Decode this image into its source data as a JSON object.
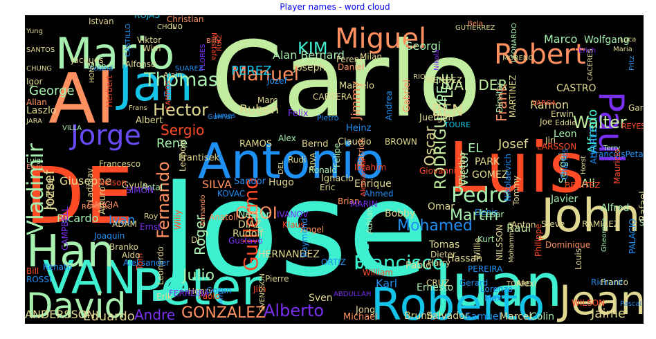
{
  "title": "Player names - word cloud",
  "background": "#000000",
  "words": [
    {
      "text": "Jose",
      "color": "#3ef0d0"
    },
    {
      "text": "Carlo",
      "color": "#c2eda0"
    },
    {
      "text": "Juan",
      "color": "#3ef0d0"
    },
    {
      "text": "Luis",
      "color": "#ff4a26"
    },
    {
      "text": "DE",
      "color": "#ff4a26"
    },
    {
      "text": "Antonio",
      "color": "#1e90f4"
    },
    {
      "text": "Peter",
      "color": "#3ef0d0"
    },
    {
      "text": "Roberto",
      "color": "#14c4e8"
    },
    {
      "text": "John",
      "color": "#e0d890"
    },
    {
      "text": "Mario",
      "color": "#a8f0b0"
    },
    {
      "text": "Al",
      "color": "#ff9060"
    },
    {
      "text": "Jan",
      "color": "#14c4e8"
    },
    {
      "text": "VAN",
      "color": "#3ef0d0"
    },
    {
      "text": "Han",
      "color": "#a8f0b0"
    },
    {
      "text": "David",
      "color": "#a8f0b0"
    },
    {
      "text": "Jean",
      "color": "#e0d890"
    },
    {
      "text": "Jorge",
      "color": "#6a4af4"
    },
    {
      "text": "Robert",
      "color": "#ff9060"
    },
    {
      "text": "Miguel",
      "color": "#ff9060"
    },
    {
      "text": "Paul",
      "color": "#7a30f0"
    },
    {
      "text": "Francisco",
      "color": "#3ef0d0"
    },
    {
      "text": "Vladimir",
      "color": "#a8f0b0"
    },
    {
      "text": "Hector",
      "color": "#e0d890"
    },
    {
      "text": "Walter",
      "color": "#c2eda0"
    },
    {
      "text": "Pedro",
      "color": "#a8f0b0"
    },
    {
      "text": "Manuel",
      "color": "#ff9060"
    },
    {
      "text": "Thomas",
      "color": "#a8f0b0"
    },
    {
      "text": "Alberto",
      "color": "#7a30f0"
    },
    {
      "text": "Mohamed",
      "color": "#1e90f4"
    },
    {
      "text": "GONZALEZ",
      "color": "#ff9060"
    },
    {
      "text": "Martin",
      "color": "#a8f0b0"
    },
    {
      "text": "Julio",
      "color": "#a8f0b0"
    },
    {
      "text": "Guillermo",
      "color": "#ff4a26"
    },
    {
      "text": "Fernando",
      "color": "#ff9060"
    },
    {
      "text": "Stefan",
      "color": "#3ef0d0"
    },
    {
      "text": "RODRIGUEZ",
      "color": "#c2eda0"
    },
    {
      "text": "LOPEZ",
      "color": "#a8f0b0"
    },
    {
      "text": "Jozsef",
      "color": "#e0d890"
    },
    {
      "text": "Eduardo",
      "color": "#e0d890"
    },
    {
      "text": "Andre",
      "color": "#7a30f0"
    },
    {
      "text": "ANDERSSON",
      "color": "#e0d890"
    },
    {
      "text": "CHOI",
      "color": "#ff9060"
    },
    {
      "text": "KIM",
      "color": "#3ef0d0"
    },
    {
      "text": "Alan Bernard",
      "color": "#a8f0b0"
    },
    {
      "text": "Joseph",
      "color": "#e0d890"
    },
    {
      "text": "Georgi",
      "color": "#a8f0b0"
    },
    {
      "text": "VAN DER",
      "color": "#c2eda0"
    },
    {
      "text": "Marco",
      "color": "#a8f0b0"
    },
    {
      "text": "Wolfgang",
      "color": "#a8f0b0"
    },
    {
      "text": "Frank",
      "color": "#ff9060"
    },
    {
      "text": "Alfredo",
      "color": "#3ef0d0"
    },
    {
      "text": "Oscar",
      "color": "#e0d890"
    },
    {
      "text": "Jimmy",
      "color": "#ff9060"
    },
    {
      "text": "Victor",
      "color": "#a8f0b0"
    },
    {
      "text": "LEE",
      "color": "#c2eda0"
    },
    {
      "text": "BEN",
      "color": "#e0d890"
    },
    {
      "text": "Ramon",
      "color": "#e0d890"
    },
    {
      "text": "Ruben",
      "color": "#e0d890"
    },
    {
      "text": "PEREZ",
      "color": "#14c4e8"
    },
    {
      "text": "Sergio",
      "color": "#ff4a26"
    },
    {
      "text": "Rene",
      "color": "#a8f0b0"
    },
    {
      "text": "EL",
      "color": "#a8f0b0"
    },
    {
      "text": "Josef",
      "color": "#e0d890"
    },
    {
      "text": "George",
      "color": "#a8f0b0"
    },
    {
      "text": "Laszlo",
      "color": "#e0d890"
    },
    {
      "text": "Giuseppe",
      "color": "#e0d890"
    },
    {
      "text": "Ricardo",
      "color": "#a8f0b0"
    },
    {
      "text": "Ivan",
      "color": "#1e90f4"
    },
    {
      "text": "Roger",
      "color": "#a8f0b0"
    },
    {
      "text": "Enrique",
      "color": "#e0d890"
    },
    {
      "text": "SILVA",
      "color": "#ff9060"
    },
    {
      "text": "HERNANDEZ",
      "color": "#e0d890"
    },
    {
      "text": "Karl",
      "color": "#1e90f4"
    },
    {
      "text": "Raul",
      "color": "#c2eda0"
    },
    {
      "text": "Ali",
      "color": "#c2eda0"
    },
    {
      "text": "Nestor",
      "color": "#a8f0b0"
    },
    {
      "text": "DIAZ",
      "color": "#e0d890"
    },
    {
      "text": "Rudolf",
      "color": "#e0d890"
    },
    {
      "text": "Ernesto",
      "color": "#a8f0b0"
    },
    {
      "text": "Jaime",
      "color": "#e0d890"
    },
    {
      "text": "FERNANDEZ",
      "color": "#ff4a26"
    },
    {
      "text": "Bruno",
      "color": "#e0d890"
    },
    {
      "text": "Salvador",
      "color": "#e0d890"
    },
    {
      "text": "Samuel",
      "color": "#1e90f4"
    },
    {
      "text": "Marcel",
      "color": "#e0d890"
    },
    {
      "text": "Colin",
      "color": "#a8f0b0"
    },
    {
      "text": "Michael",
      "color": "#ff9060"
    },
    {
      "text": "Jong",
      "color": "#e0d890"
    },
    {
      "text": "Sven",
      "color": "#e0d890"
    },
    {
      "text": "Tomas",
      "color": "#e0d890"
    },
    {
      "text": "Hassan",
      "color": "#e0d890"
    },
    {
      "text": "Pablo",
      "color": "#e0d890"
    },
    {
      "text": "Omar",
      "color": "#e0d890"
    },
    {
      "text": "Bobby",
      "color": "#e0d890"
    },
    {
      "text": "Hugo",
      "color": "#e0d890"
    },
    {
      "text": "Rafael",
      "color": "#e0d890"
    },
    {
      "text": "Alfred",
      "color": "#a8f0b0"
    },
    {
      "text": "Javier",
      "color": "#a8f0b0"
    },
    {
      "text": "Sergei",
      "color": "#a8f0b0"
    },
    {
      "text": "GOMEZ",
      "color": "#e0d890"
    },
    {
      "text": "PARK",
      "color": "#e0d890"
    },
    {
      "text": "Leon",
      "color": "#a8f0b0"
    },
    {
      "text": "CASTRO",
      "color": "#e0d890"
    },
    {
      "text": "Gary",
      "color": "#e0d890"
    },
    {
      "text": "Erwin",
      "color": "#e0d890"
    },
    {
      "text": "Eddie",
      "color": "#e0d890"
    },
    {
      "text": "REYES",
      "color": "#ff4a26"
    },
    {
      "text": "Heinz",
      "color": "#1e90f4"
    },
    {
      "text": "Andrea",
      "color": "#1e90f4"
    },
    {
      "text": "Gabriel",
      "color": "#ff9060"
    },
    {
      "text": "Juergen",
      "color": "#e0d890"
    },
    {
      "text": "TOURE",
      "color": "#14c4e8"
    },
    {
      "text": "Dimitar",
      "color": "#a8f0b0"
    },
    {
      "text": "MARTINEZ",
      "color": "#e0d890"
    },
    {
      "text": "Marcelo",
      "color": "#e0d890"
    },
    {
      "text": "CABRERA",
      "color": "#e0d890"
    },
    {
      "text": "Felix",
      "color": "#7a30f0"
    },
    {
      "text": "Pietro",
      "color": "#1e90f4"
    },
    {
      "text": "Claudio",
      "color": "#e0d890"
    },
    {
      "text": "Bernd",
      "color": "#e0d890"
    },
    {
      "text": "BROWN",
      "color": "#e0d890"
    },
    {
      "text": "RAMOS",
      "color": "#e0d890"
    },
    {
      "text": "Alex",
      "color": "#a8f0b0"
    },
    {
      "text": "Rudi",
      "color": "#e0d890"
    },
    {
      "text": "Ignacio",
      "color": "#e0d890"
    },
    {
      "text": "Sandor",
      "color": "#1e90f4"
    },
    {
      "text": "KOVAC",
      "color": "#1e90f4"
    },
    {
      "text": "Gyula",
      "color": "#e0d890"
    },
    {
      "text": "Frantisek",
      "color": "#e0d890"
    },
    {
      "text": "Francesco",
      "color": "#e0d890"
    },
    {
      "text": "Albert",
      "color": "#e0d890"
    },
    {
      "text": "Herbert",
      "color": "#ff4a26"
    },
    {
      "text": "Allan",
      "color": "#ff9060"
    },
    {
      "text": "JARA",
      "color": "#e0d890"
    },
    {
      "text": "VILLA",
      "color": "#a8f0b0"
    },
    {
      "text": "Luigi",
      "color": "#a8f0b0"
    },
    {
      "text": "Enzo",
      "color": "#ff9060"
    },
    {
      "text": "Igor",
      "color": "#e0d890"
    },
    {
      "text": "CHUNG",
      "color": "#e0d890"
    },
    {
      "text": "Jacques",
      "color": "#e0d890"
    },
    {
      "text": "Michel",
      "color": "#a8f0b0"
    },
    {
      "text": "Alfonso",
      "color": "#e0d890"
    },
    {
      "text": "Roland",
      "color": "#1e90f4"
    },
    {
      "text": "Viktor",
      "color": "#e0d890"
    },
    {
      "text": "Wim",
      "color": "#e0d890"
    },
    {
      "text": "ROJAS",
      "color": "#14c4e8"
    },
    {
      "text": "Ivo",
      "color": "#e0d890"
    },
    {
      "text": "Istvan",
      "color": "#e0d890"
    },
    {
      "text": "Yung",
      "color": "#e0d890"
    },
    {
      "text": "Christian",
      "color": "#ff9060"
    },
    {
      "text": "CHOL",
      "color": "#e0d890"
    },
    {
      "text": "Billy",
      "color": "#ff9060"
    },
    {
      "text": "Mustafa",
      "color": "#ff4a26"
    },
    {
      "text": "SANTOS",
      "color": "#e0d890"
    },
    {
      "text": "Alain",
      "color": "#e0d890"
    },
    {
      "text": "SUAREZ",
      "color": "#1e90f4"
    },
    {
      "text": "FLORES",
      "color": "#7a30f0"
    },
    {
      "text": "Jozef",
      "color": "#1e90f4"
    },
    {
      "text": "Marc",
      "color": "#e0d890"
    },
    {
      "text": "Daniel",
      "color": "#ff9060"
    },
    {
      "text": "Ferenc",
      "color": "#e0d890"
    },
    {
      "text": "Milan",
      "color": "#e0d890"
    },
    {
      "text": "MENDEZ",
      "color": "#e0d890"
    },
    {
      "text": "RIO",
      "color": "#e0d890"
    },
    {
      "text": "Nikola",
      "color": "#7a30f0"
    },
    {
      "text": "GUTIERREZ",
      "color": "#e0d890"
    },
    {
      "text": "MORENO",
      "color": "#e0d890"
    },
    {
      "text": "Maria",
      "color": "#e0d890"
    },
    {
      "text": "Luca",
      "color": "#e0d890"
    },
    {
      "text": "Erich",
      "color": "#7a30f0"
    },
    {
      "text": "CACERES",
      "color": "#e0d890"
    },
    {
      "text": "Fritz",
      "color": "#1e90f4"
    },
    {
      "text": "VARGA",
      "color": "#ff4a26"
    },
    {
      "text": "Joe",
      "color": "#e0d890"
    },
    {
      "text": "Jiri",
      "color": "#e0d890"
    },
    {
      "text": "LARSSON",
      "color": "#ff4a26"
    },
    {
      "text": "FrancoisPetar",
      "color": "#1e90f4"
    },
    {
      "text": "Terry",
      "color": "#a8f0b0"
    },
    {
      "text": "ALVAREZ",
      "color": "#1e90f4"
    },
    {
      "text": "Mauricio",
      "color": "#ff4a26"
    },
    {
      "text": "Horst",
      "color": "#e0d890"
    },
    {
      "text": "BENITEZ",
      "color": "#ff4a26"
    },
    {
      "text": "Charles",
      "color": "#1e90f4"
    },
    {
      "text": "Eusebio",
      "color": "#e0d890"
    },
    {
      "text": "Giovanni",
      "color": "#ff4a26"
    },
    {
      "text": "Felipe",
      "color": "#a8f0b0"
    },
    {
      "text": "Patrick",
      "color": "#ff9060"
    },
    {
      "text": "Ibrahim",
      "color": "#ff4a26"
    },
    {
      "text": "Ronald",
      "color": "#a8f0b0"
    },
    {
      "text": "RIVA",
      "color": "#e0d890"
    },
    {
      "text": "DEL",
      "color": "#e0d890"
    },
    {
      "text": "Leopold",
      "color": "#e0d890"
    },
    {
      "text": "Ladislav",
      "color": "#e0d890"
    },
    {
      "text": "ROMERO",
      "color": "#ff9060"
    },
    {
      "text": "Andrzej",
      "color": "#e0d890"
    },
    {
      "text": "GARCIA",
      "color": "#ff9060"
    },
    {
      "text": "Arturo",
      "color": "#e0d890"
    },
    {
      "text": "Nelson",
      "color": "#ff4a26"
    },
    {
      "text": "Antal",
      "color": "#a8f0b0"
    },
    {
      "text": "SIMON",
      "color": "#7a30f0"
    },
    {
      "text": "Roy",
      "color": "#e0d890"
    },
    {
      "text": "ADAM",
      "color": "#e0d890"
    },
    {
      "text": "Ernst",
      "color": "#7a30f0"
    },
    {
      "text": "Willy",
      "color": "#ff4a26"
    },
    {
      "text": "Armando",
      "color": "#ff9060"
    },
    {
      "text": "Anatoli",
      "color": "#ff9060"
    },
    {
      "text": "DI",
      "color": "#e0d890"
    },
    {
      "text": "Gustavo",
      "color": "#7a30f0"
    },
    {
      "text": "IVANOV",
      "color": "#7a30f0"
    },
    {
      "text": "Klaus",
      "color": "#ff4a26"
    },
    {
      "text": "Angel",
      "color": "#ff9060"
    },
    {
      "text": "Brian",
      "color": "#ff9060"
    },
    {
      "text": "Eric",
      "color": "#e0d890"
    },
    {
      "text": "Ahmed",
      "color": "#1e90f4"
    },
    {
      "text": "MARIN",
      "color": "#7a30f0"
    },
    {
      "text": "Aleksandar",
      "color": "#ff4a26"
    },
    {
      "text": "Adrian",
      "color": "#a8f0b0"
    },
    {
      "text": "Nikolaevich",
      "color": "#1e90f4"
    },
    {
      "text": "Tommy",
      "color": "#e0d890"
    },
    {
      "text": "Denis",
      "color": "#1e90f4"
    },
    {
      "text": "Cesar",
      "color": "#a8f0b0"
    },
    {
      "text": "Anton",
      "color": "#e0d890"
    },
    {
      "text": "Steve",
      "color": "#e0d890"
    },
    {
      "text": "RAMIREZ",
      "color": "#e0d890"
    },
    {
      "text": "SANCHEZ",
      "color": "#a8f0b0"
    },
    {
      "text": "Kurt",
      "color": "#a8f0b0"
    },
    {
      "text": "Willie",
      "color": "#e0d890"
    },
    {
      "text": "NILSSON",
      "color": "#e0d890"
    },
    {
      "text": "Philippe",
      "color": "#ff4a26"
    },
    {
      "text": "Mohammed",
      "color": "#e0d890"
    },
    {
      "text": "Dominique",
      "color": "#ff9060"
    },
    {
      "text": "Louis",
      "color": "#e0d890"
    },
    {
      "text": "Gheorghe",
      "color": "#a8f0b0"
    },
    {
      "text": "PALACIO",
      "color": "#1e90f4"
    },
    {
      "text": "Richard",
      "color": "#1e90f4"
    },
    {
      "text": "Franco",
      "color": "#e0d890"
    },
    {
      "text": "PEREIRA",
      "color": "#1e90f4"
    },
    {
      "text": "Alexi",
      "color": "#e0d890"
    },
    {
      "text": "WILSON",
      "color": "#ff4a26"
    },
    {
      "text": "TORRE",
      "color": "#e0d890"
    },
    {
      "text": "Gerard",
      "color": "#1e90f4"
    },
    {
      "text": "Lorenzo",
      "color": "#1e90f4"
    },
    {
      "text": "Max",
      "color": "#1e90f4"
    },
    {
      "text": "Dieter",
      "color": "#e0d890"
    },
    {
      "text": "Harry",
      "color": "#e0d890"
    },
    {
      "text": "CRUZ",
      "color": "#e0d890"
    },
    {
      "text": "William",
      "color": "#ff4a26"
    },
    {
      "text": "Raymond",
      "color": "#1e90f4"
    },
    {
      "text": "ABDULLAH",
      "color": "#7a30f0"
    },
    {
      "text": "ORTIZ",
      "color": "#1e90f4"
    },
    {
      "text": "Pierre",
      "color": "#e0d890"
    },
    {
      "text": "Jim",
      "color": "#ff4a26"
    },
    {
      "text": "Henry",
      "color": "#e0d890"
    },
    {
      "text": "Goran",
      "color": "#1e90f4"
    },
    {
      "text": "Paolo",
      "color": "#ff4a26"
    },
    {
      "text": "Arne",
      "color": "#1e90f4"
    },
    {
      "text": "SVENSSON",
      "color": "#e0d890"
    },
    {
      "text": "FERREIRA",
      "color": "#7a30f0"
    },
    {
      "text": "Erik",
      "color": "#e0d890"
    },
    {
      "text": "Leonardo",
      "color": "#e0d890"
    },
    {
      "text": "Aleksander",
      "color": "#1e90f4"
    },
    {
      "text": "Tom",
      "color": "#ff4a26"
    },
    {
      "text": "CAMPBELL",
      "color": "#7a30f0"
    },
    {
      "text": "Joaquin",
      "color": "#1e90f4"
    },
    {
      "text": "Branko",
      "color": "#e0d890"
    },
    {
      "text": "Aldo",
      "color": "#e0d890"
    },
    {
      "text": "Renato",
      "color": "#1e90f4"
    },
    {
      "text": "Bill",
      "color": "#ff4a26"
    },
    {
      "text": "ROSSI",
      "color": "#1e90f4"
    },
    {
      "text": "LI",
      "color": "#1e90f4"
    },
    {
      "text": "Frans",
      "color": "#e0d890"
    },
    {
      "text": "CAMPOS",
      "color": "#ff4a26"
    },
    {
      "text": "Bela",
      "color": "#ff9060"
    },
    {
      "text": "LEONARDO",
      "color": "#a8f0b0"
    },
    {
      "text": "Pascal",
      "color": "#1e90f4"
    },
    {
      "text": "HONG",
      "color": "#e0d890"
    },
    {
      "text": "James",
      "color": "#1e90f4"
    },
    {
      "text": "Gunnar",
      "color": "#1e90f4"
    },
    {
      "text": "CASTILLO",
      "color": "#1e90f4"
    },
    {
      "text": "RUIZ",
      "color": "#ff4a26"
    }
  ]
}
